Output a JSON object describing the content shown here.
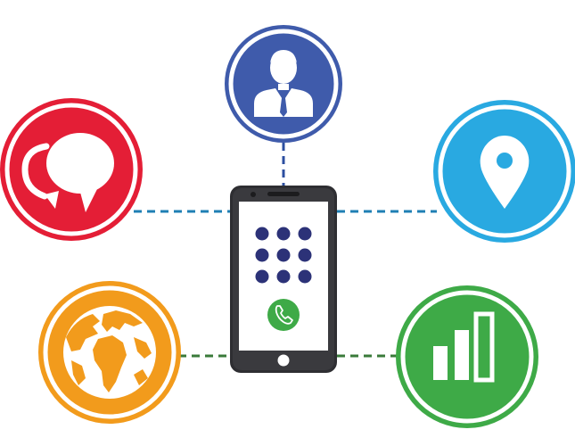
{
  "colors": {
    "user": "#3f5bab",
    "chat": "#e41e36",
    "location": "#29a9e1",
    "globe": "#f29b1c",
    "signal": "#3eaa47",
    "phone_frame": "#2e2e32",
    "phone_body": "#3a3a3e",
    "phone_screen": "#ffffff",
    "keypad_dot": "#2c3278",
    "call_button": "#3eaa47",
    "connector": "#1f7fb4"
  },
  "nodes": [
    {
      "name": "user-node",
      "icon": "user-icon",
      "color_key": "user"
    },
    {
      "name": "chat-node",
      "icon": "chat-bubbles-icon",
      "color_key": "chat"
    },
    {
      "name": "location-node",
      "icon": "map-pin-icon",
      "color_key": "location"
    },
    {
      "name": "globe-node",
      "icon": "globe-icon",
      "color_key": "globe"
    },
    {
      "name": "signal-node",
      "icon": "signal-bars-icon",
      "color_key": "signal"
    }
  ],
  "center": {
    "name": "smartphone",
    "icon": "smartphone-icon",
    "keypad_dots": 9,
    "call_icon": "phone-call-icon"
  }
}
